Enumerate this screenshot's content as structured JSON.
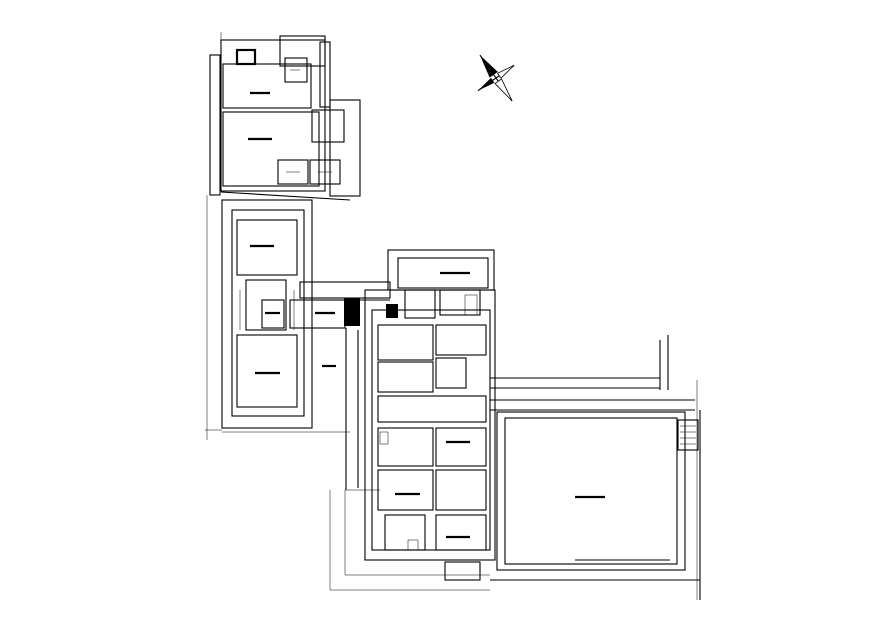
{
  "drawing": {
    "line_color": "#000000",
    "background": "#ffffff",
    "north_arrow_icon": "north-arrow-icon",
    "dimension_labels": [
      {
        "id": "dim-left-upper",
        "text": ""
      },
      {
        "id": "dim-bottom-left",
        "text": ""
      },
      {
        "id": "dim-left-lower",
        "text": ""
      },
      {
        "id": "dim-bottom-center",
        "text": ""
      }
    ]
  }
}
